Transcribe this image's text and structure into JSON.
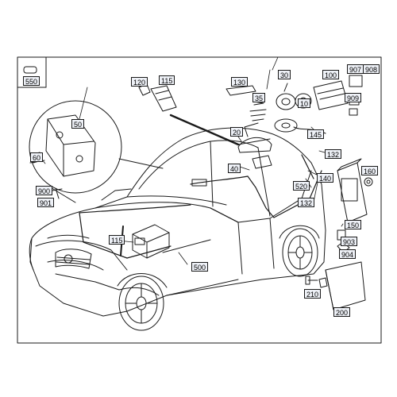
{
  "diagram": {
    "parts": [
      {
        "key": "p550",
        "number": "550"
      },
      {
        "key": "p120",
        "number": "120"
      },
      {
        "key": "p115a",
        "number": "115"
      },
      {
        "key": "p130",
        "number": "130"
      },
      {
        "key": "p30",
        "number": "30"
      },
      {
        "key": "p100",
        "number": "100"
      },
      {
        "key": "p907",
        "number": "907"
      },
      {
        "key": "p908",
        "number": "908"
      },
      {
        "key": "p909",
        "number": "909"
      },
      {
        "key": "p35",
        "number": "35"
      },
      {
        "key": "p10",
        "number": "10"
      },
      {
        "key": "p50",
        "number": "50"
      },
      {
        "key": "p20",
        "number": "20"
      },
      {
        "key": "p145",
        "number": "145"
      },
      {
        "key": "p60",
        "number": "60"
      },
      {
        "key": "p132a",
        "number": "132"
      },
      {
        "key": "p40",
        "number": "40"
      },
      {
        "key": "p140",
        "number": "140"
      },
      {
        "key": "p160",
        "number": "160"
      },
      {
        "key": "p900",
        "number": "900"
      },
      {
        "key": "p901",
        "number": "901"
      },
      {
        "key": "p520",
        "number": "520"
      },
      {
        "key": "p132b",
        "number": "132"
      },
      {
        "key": "p150",
        "number": "150"
      },
      {
        "key": "p115b",
        "number": "115"
      },
      {
        "key": "p500",
        "number": "500"
      },
      {
        "key": "p903",
        "number": "903"
      },
      {
        "key": "p904",
        "number": "904"
      },
      {
        "key": "p210",
        "number": "210"
      },
      {
        "key": "p200",
        "number": "200"
      }
    ]
  },
  "colors": {
    "line": "#1a1a1a",
    "callout_fill": "#eef1f7",
    "background": "#ffffff"
  }
}
